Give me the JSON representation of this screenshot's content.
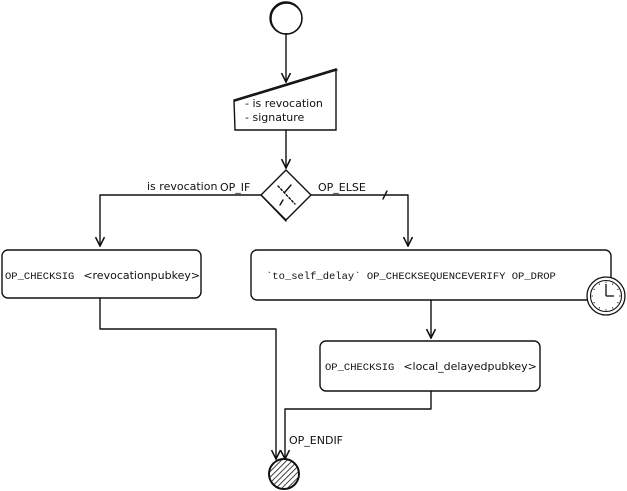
{
  "diagram": {
    "type": "activity-flowchart",
    "colors": {
      "ink": "#111111",
      "background": "#ffffff"
    },
    "nodes": {
      "start": {
        "kind": "initial-node"
      },
      "input": {
        "kind": "manual-input",
        "lines": [
          "- is revocation",
          "- signature"
        ]
      },
      "decision": {
        "kind": "decision"
      },
      "revocation_action": {
        "kind": "action",
        "label_op": "OP_CHECKSIG",
        "label_arg": "<revocationpubkey>"
      },
      "delay_action": {
        "kind": "action",
        "label": "`to_self_delay` OP_CHECKSEQUENCEVERIFY OP_DROP",
        "icon": "clock-icon"
      },
      "local_action": {
        "kind": "action",
        "label_op": "OP_CHECKSIG",
        "label_arg": "<local_delayedpubkey>"
      },
      "end": {
        "kind": "final-node"
      }
    },
    "edges": {
      "if_condition": "is revocation",
      "if_label": "OP_IF",
      "else_label": "OP_ELSE",
      "endif_label": "OP_ENDIF"
    }
  }
}
